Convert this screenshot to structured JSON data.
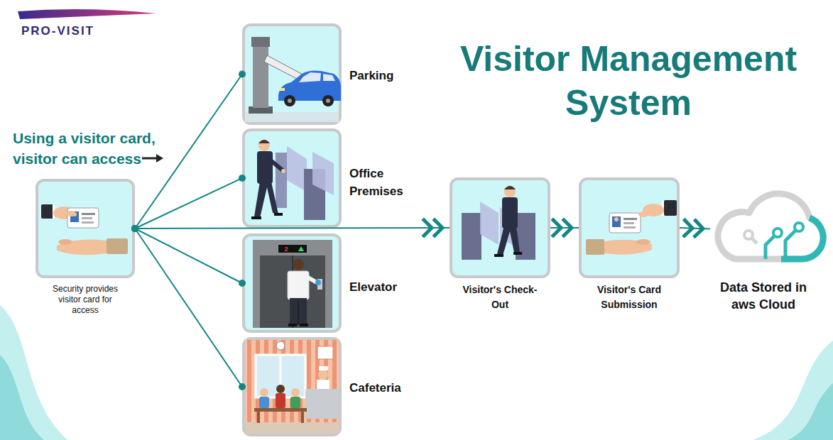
{
  "diagram": {
    "title": "Visitor Management System",
    "nodes": [
      {
        "text": [
          "Security provides visitor card for access"
        ]
      },
      {
        "text": [
          "Parking"
        ]
      },
      {
        "text": [
          "Office Premises"
        ]
      },
      {
        "text": [
          "Elevator"
        ]
      },
      {
        "text": [
          "Cafeteria"
        ]
      },
      {
        "text": [
          "Visitor's Check-Out"
        ]
      },
      {
        "text": [
          "Visitor's Card Submission"
        ]
      },
      {
        "text": [
          "Data Stored in aws Cloud"
        ]
      }
    ],
    "edges": [
      {
        "from": 0,
        "to": 1,
        "arrow": "none"
      },
      {
        "from": 0,
        "to": 2,
        "arrow": "none"
      },
      {
        "from": 0,
        "to": 3,
        "arrow": "none"
      },
      {
        "from": 0,
        "to": 4,
        "arrow": "none"
      },
      {
        "from": 0,
        "to": 5,
        "arrow": "to"
      },
      {
        "from": 5,
        "to": 6,
        "arrow": "to"
      },
      {
        "from": 6,
        "to": 7,
        "arrow": "to"
      }
    ],
    "labels": [
      "PRO-VISIT",
      "Using a visitor card, visitor can access",
      "2"
    ]
  }
}
